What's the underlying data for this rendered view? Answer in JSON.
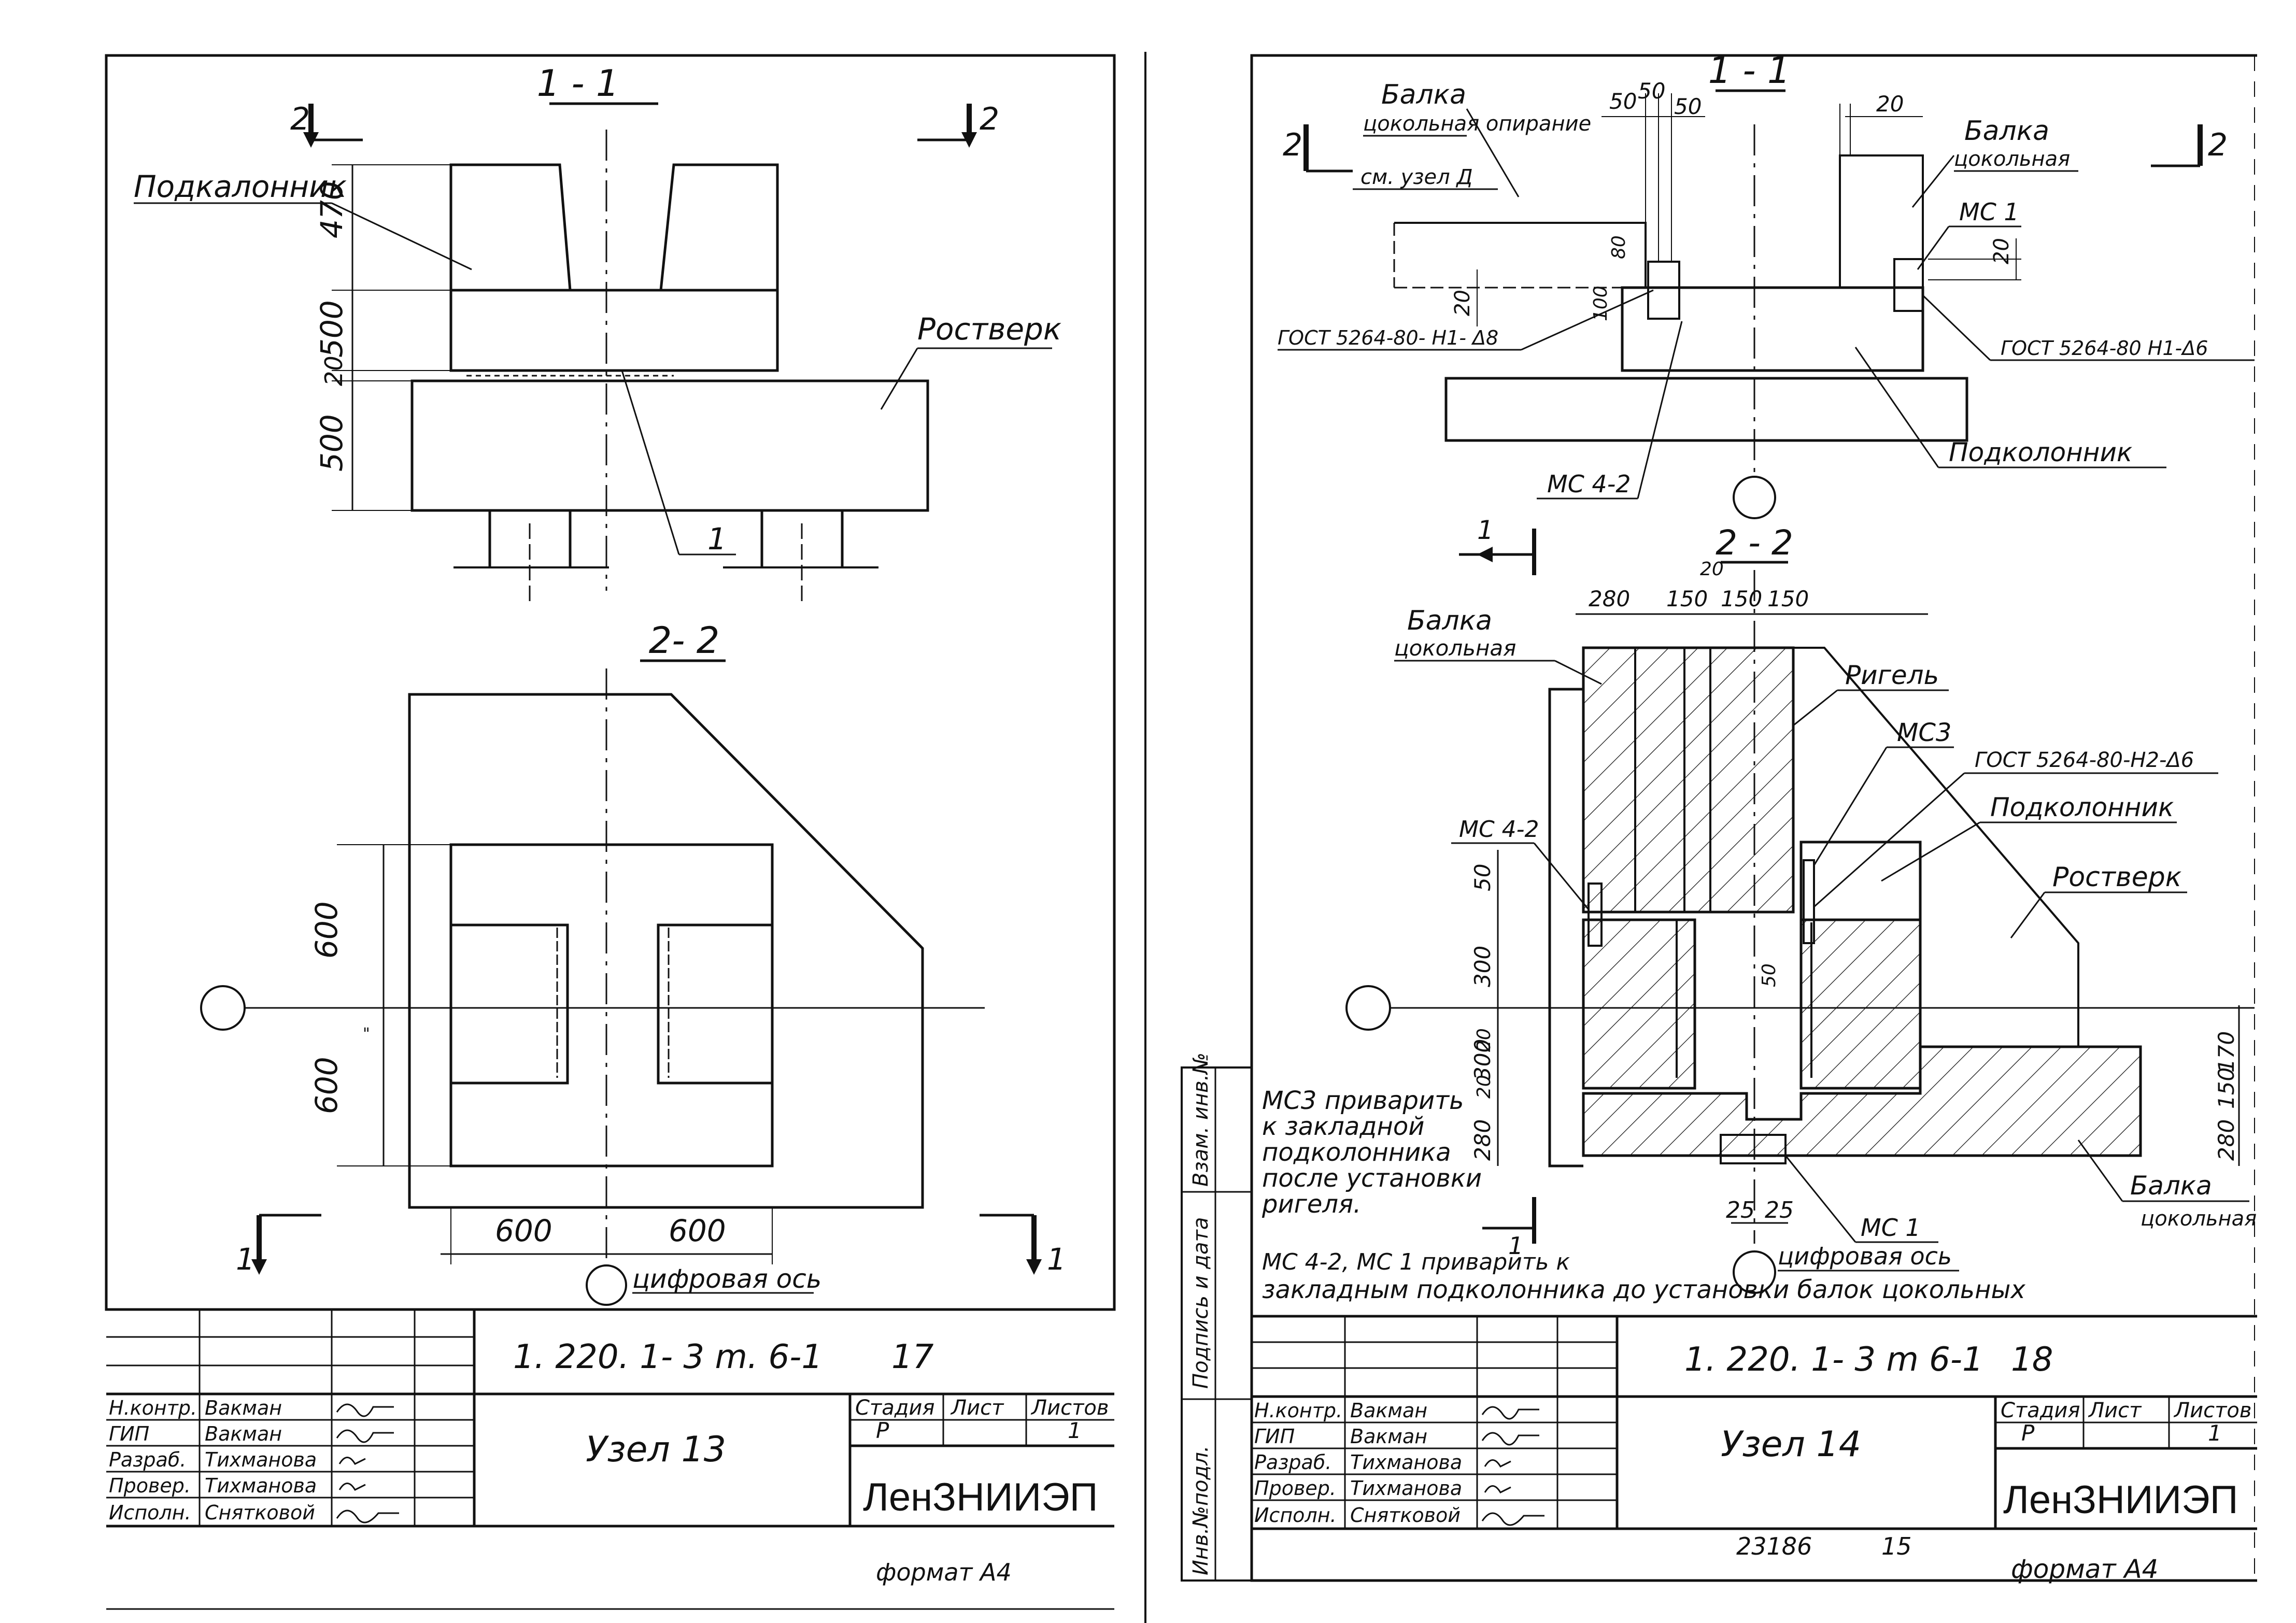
{
  "left_sheet": {
    "section_1_1": "1 - 1",
    "section_2_2": "2- 2",
    "cut_mark_2": "2",
    "cut_mark_1": "1",
    "label_podkolonnik": "Подкалонник",
    "label_rostverk": "Ростверк",
    "leader_1": "1",
    "dims_vertical": [
      "470",
      "500",
      "20",
      "500"
    ],
    "dims_plan_vertical": [
      "600",
      "600"
    ],
    "dims_plan_horizontal": [
      "600",
      "600"
    ],
    "axis_label": "цифровая ось",
    "tiny_mark": "\"",
    "title_block": {
      "code": "1. 220. 1- 3 m. 6-1",
      "sheet_no": "17",
      "node_title": "Узел 13",
      "stage_header": "Стадия",
      "sheet_header": "Лист",
      "sheets_header": "Листов",
      "stage": "Р",
      "sheets": "1",
      "org": "ЛенЗНИИЭП",
      "roles": [
        "Н.контр.",
        "ГИП",
        "Разраб.",
        "Провер.",
        "Исполн."
      ],
      "names": [
        "Вакман",
        "Вакман",
        "Тихманова",
        "Тихманова",
        "Снятковой"
      ],
      "format": "формат А4"
    }
  },
  "right_sheet": {
    "section_1_1": "1 - 1",
    "section_2_2": "2 - 2",
    "cut_mark_2": "2",
    "cut_mark_1": "1",
    "label_balka_top_left": "Балка",
    "label_tsokolnaya_oporanie": "цокольная опирание",
    "label_sm_uzel": "см. узел Д",
    "label_balka_top_right": "Балка",
    "label_tsokolnaya_right": "цокольная",
    "label_ms1": "МС 1",
    "label_gost_left": "ГОСТ 5264-80- Н1- Δ8",
    "label_gost_right": "ГОСТ 5264-80 Н1-Δ6",
    "label_ms4_2_top": "МС 4-2",
    "label_podkolonnik_top": "Подколонник",
    "label_balka_mid": "Балка",
    "label_tsokolnaya_mid": "цокольная",
    "label_rigel": "Ригель",
    "label_ms3": "МС3",
    "label_gost_h2": "ГОСТ 5264-80-Н2-Δ6",
    "label_podkolonnik_mid": "Подколонник",
    "label_rostverk": "Ростверк",
    "label_ms4_2_mid": "МС 4-2",
    "label_balka_bottom": "Балка",
    "label_tsokolnaya_bottom": "цокольная",
    "label_ms1_bottom": "МС 1",
    "axis_label": "цифровая ось",
    "dims_top": [
      "50",
      "50",
      "50",
      "20",
      "80",
      "20",
      "100",
      "20"
    ],
    "dims_plan_top": [
      "280",
      "150",
      "20",
      "150",
      "150"
    ],
    "dims_plan_left": [
      "50",
      "300",
      "20",
      "300",
      "20",
      "280"
    ],
    "dims_plan_right": [
      "170",
      "150",
      "280"
    ],
    "dim_small_50": "50",
    "dims_bottom": [
      "25",
      "25"
    ],
    "note_ms3": [
      "МС3 приварить",
      "к закладной",
      "подколонника",
      "после установки",
      "ригеля."
    ],
    "note_ms4": [
      "МС 4-2, МС 1 приварить к",
      "закладным подколонника   до установки балок цокольных"
    ],
    "side_stamp": [
      "Инв.№подл.",
      "Подпись и дата",
      "Взам. инв.№"
    ],
    "bottom_numbers": [
      "23186",
      "15"
    ],
    "title_block": {
      "code": "1. 220. 1- 3 m 6-1",
      "sheet_no": "18",
      "node_title": "Узел 14",
      "stage_header": "Стадия",
      "sheet_header": "Лист",
      "sheets_header": "Листов",
      "stage": "Р",
      "sheets": "1",
      "org": "ЛенЗНИИЭП",
      "roles": [
        "Н.контр.",
        "ГИП",
        "Разраб.",
        "Провер.",
        "Исполн."
      ],
      "names": [
        "Вакман",
        "Вакман",
        "Тихманова",
        "Тихманова",
        "Снятковой"
      ],
      "format": "формат А4"
    }
  }
}
